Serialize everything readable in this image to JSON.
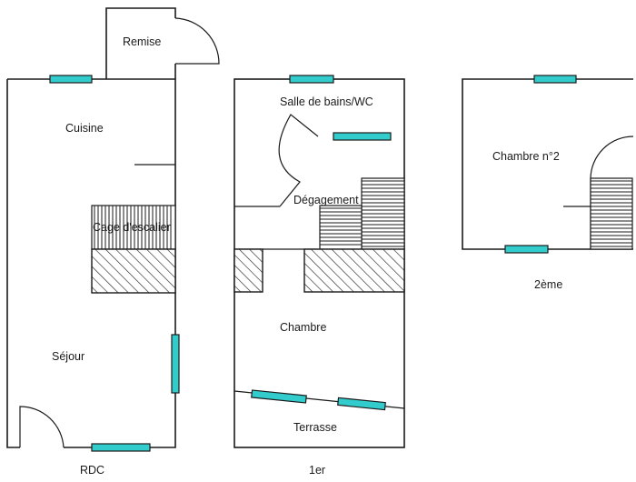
{
  "plan": {
    "window_color": "#33cccc",
    "rdc": {
      "caption": "RDC",
      "rooms": {
        "remise": "Remise",
        "cuisine": "Cuisine",
        "cage": "Cage d'escalier",
        "sejour": "Séjour"
      }
    },
    "first": {
      "caption": "1er",
      "rooms": {
        "sdb": "Salle de bains/WC",
        "degagement": "Dégagement",
        "chambre": "Chambre",
        "terrasse": "Terrasse"
      }
    },
    "second": {
      "caption": "2ème",
      "rooms": {
        "chambre2": "Chambre n°2"
      }
    }
  }
}
